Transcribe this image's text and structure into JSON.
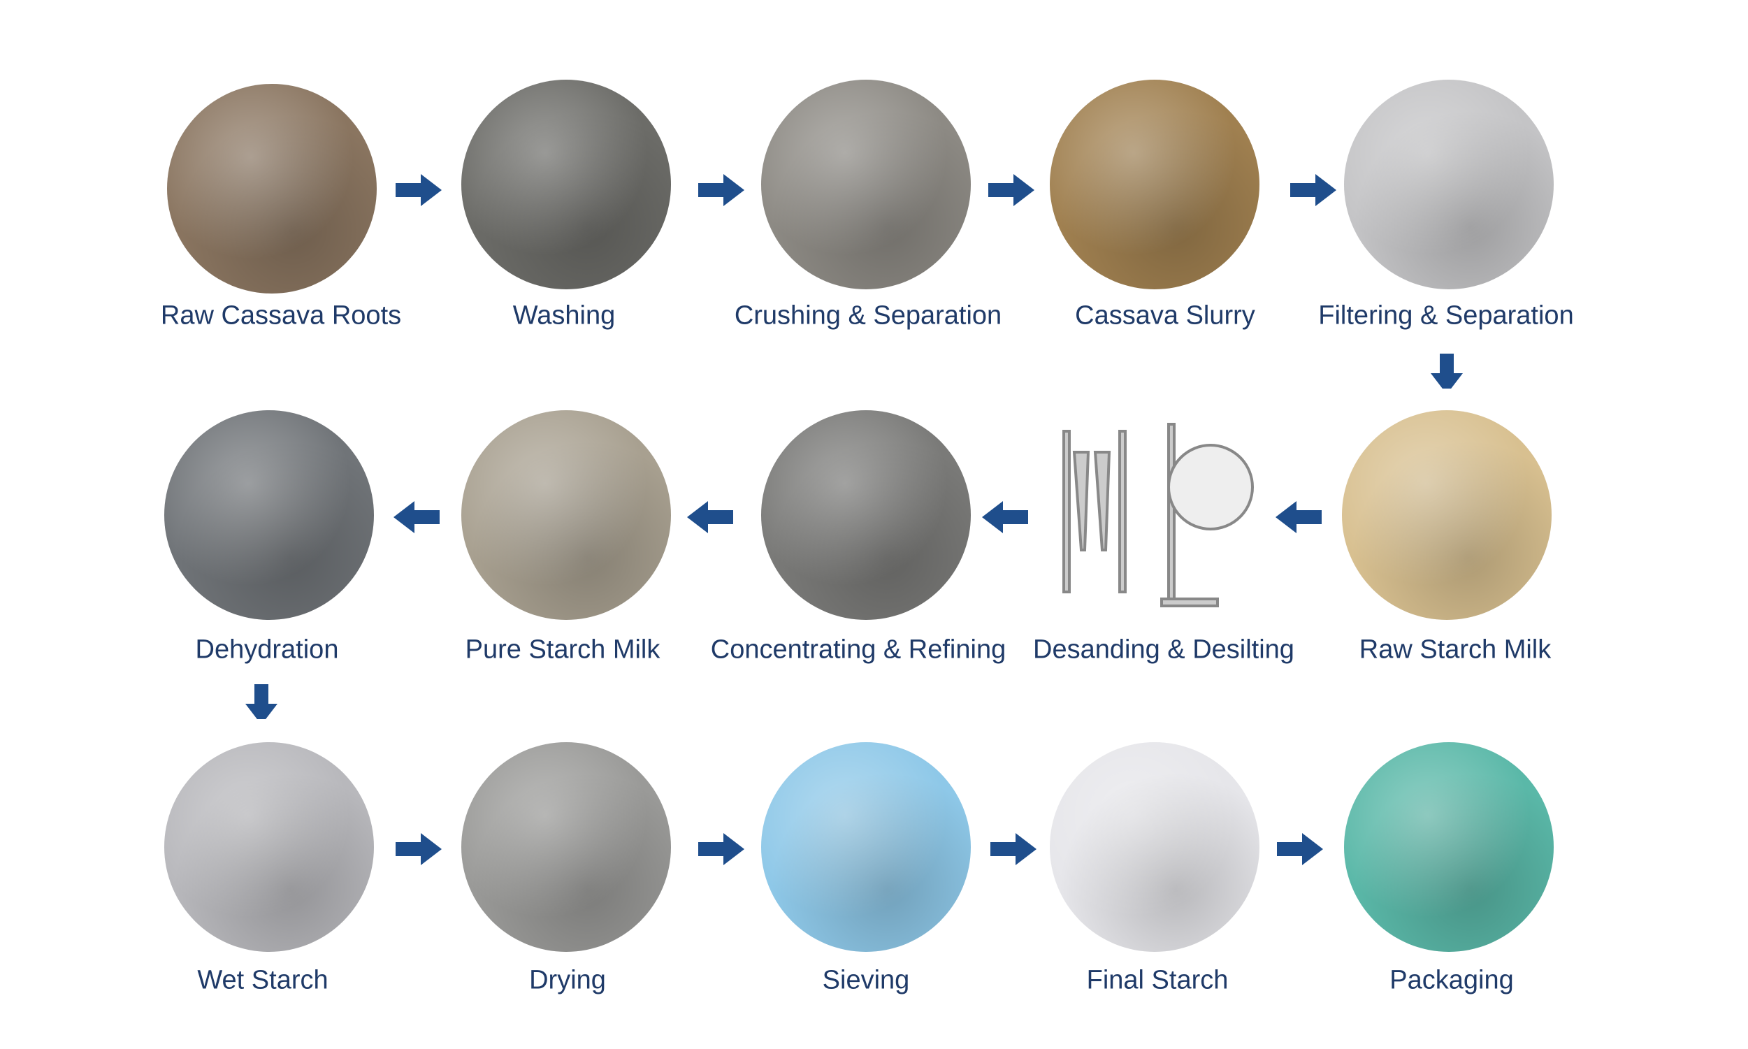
{
  "arrow_color": "#1f4e8c",
  "label_color": "#1f3a68",
  "steps": [
    {
      "label": "Raw Cassava Roots",
      "image": "cassava-roots-photo",
      "color": "#8a7560"
    },
    {
      "label": "Washing",
      "image": "washing-machine-photo",
      "color": "#6c6c68"
    },
    {
      "label": "Crushing & Separation",
      "image": "crushing-machine-photo",
      "color": "#8d8a84"
    },
    {
      "label": "Cassava Slurry",
      "image": "cassava-slurry-photo",
      "color": "#a08050"
    },
    {
      "label": "Filtering & Separation",
      "image": "filter-separator-photo",
      "color": "#c4c4c6"
    },
    {
      "label": "Raw Starch Milk",
      "image": "raw-starch-milk-photo",
      "color": "#d8c090"
    },
    {
      "label": "Desanding & Desilting",
      "image": "desanding-cyclone-photo",
      "color": "#ffffff"
    },
    {
      "label": "Concentrating & Refining",
      "image": "concentrating-centrifuge-photo",
      "color": "#7a7a78"
    },
    {
      "label": "Pure Starch Milk",
      "image": "pure-starch-milk-photo",
      "color": "#a8a090"
    },
    {
      "label": "Dehydration",
      "image": "dehydration-machine-photo",
      "color": "#707478"
    },
    {
      "label": "Wet Starch",
      "image": "wet-starch-photo",
      "color": "#b8b8bc"
    },
    {
      "label": "Drying",
      "image": "drying-tower-photo",
      "color": "#9a9a98"
    },
    {
      "label": "Sieving",
      "image": "sieving-machine-photo",
      "color": "#8ec8e8"
    },
    {
      "label": "Final Starch",
      "image": "final-starch-photo",
      "color": "#e6e6ea"
    },
    {
      "label": "Packaging",
      "image": "packaging-machine-photo",
      "color": "#5ab8a8"
    }
  ]
}
